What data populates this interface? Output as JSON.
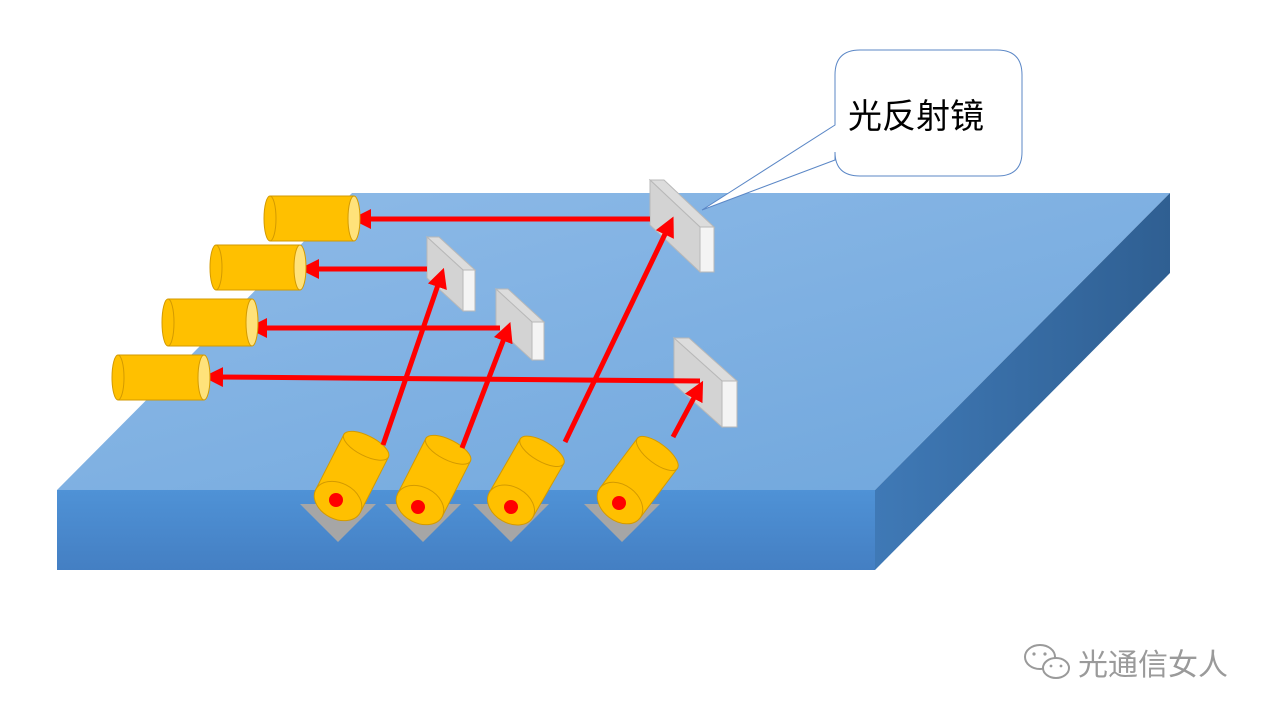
{
  "callout": {
    "label": "光反射镜"
  },
  "watermark": {
    "text": "光通信女人",
    "icon": "wechat-icon"
  },
  "colors": {
    "board_top": "#7fb2e2",
    "board_front": "#4a8bd0",
    "board_side": "#3c6fa6",
    "beam": "#ff0000",
    "cylinder": "#ffc000",
    "cylinder_edge": "#c98a00",
    "mirror": "#efefef",
    "mirror_edge": "#b0b0b0",
    "laser_dot": "#ff0000",
    "v_groove": "#a6a6a6",
    "callout_border": "#5b87c6",
    "watermark": "#9a9a9a"
  },
  "components": {
    "lasers": 4,
    "mirrors": 4,
    "fibers": 4
  }
}
